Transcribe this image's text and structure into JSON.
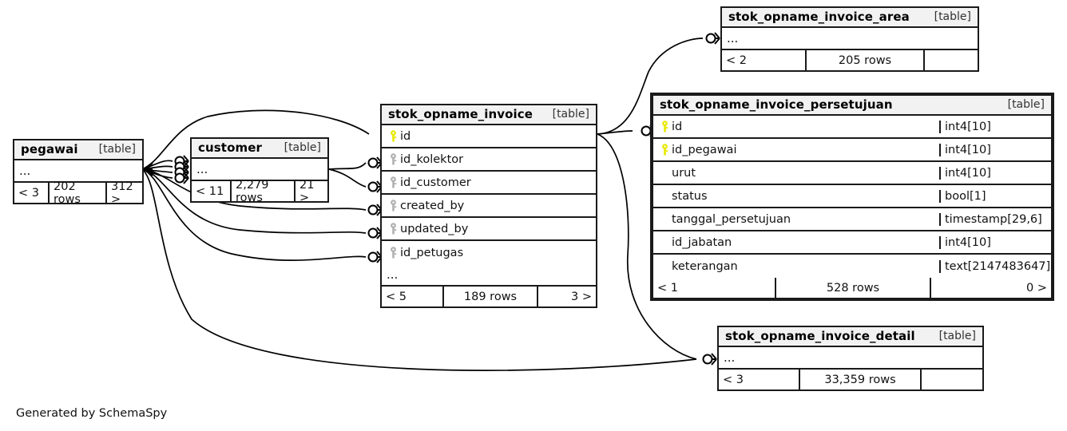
{
  "diagram": {
    "generator_note": "Generated by SchemaSpy",
    "table_tag": "[table]",
    "ellipsis": "...",
    "colors": {
      "pk_key": "#e8e800",
      "fk_key": "#b0b0b0",
      "header_bg": "#f2f2f2",
      "border": "#1a1a1a"
    }
  },
  "tables": {
    "pegawai": {
      "name": "pegawai",
      "tag": "[table]",
      "ellipsis": "...",
      "footer": {
        "left": "< 3",
        "center": "202 rows",
        "right": "312 >"
      }
    },
    "customer": {
      "name": "customer",
      "tag": "[table]",
      "ellipsis": "...",
      "footer": {
        "left": "< 11",
        "center": "2,279 rows",
        "right": "21 >"
      }
    },
    "stok_opname_invoice": {
      "name": "stok_opname_invoice",
      "tag": "[table]",
      "ellipsis": "...",
      "columns": [
        {
          "name": "id",
          "key": "primary"
        },
        {
          "name": "id_kolektor",
          "key": "foreign"
        },
        {
          "name": "id_customer",
          "key": "foreign"
        },
        {
          "name": "created_by",
          "key": "foreign"
        },
        {
          "name": "updated_by",
          "key": "foreign"
        },
        {
          "name": "id_petugas",
          "key": "foreign"
        }
      ],
      "footer": {
        "left": "< 5",
        "center": "189 rows",
        "right": "3 >"
      }
    },
    "stok_opname_invoice_area": {
      "name": "stok_opname_invoice_area",
      "tag": "[table]",
      "ellipsis": "...",
      "footer": {
        "left": "< 2",
        "center": "205 rows",
        "right": ""
      }
    },
    "stok_opname_invoice_persetujuan": {
      "name": "stok_opname_invoice_persetujuan",
      "tag": "[table]",
      "columns": [
        {
          "name": "id",
          "type": "int4[10]",
          "key": "primary"
        },
        {
          "name": "id_pegawai",
          "type": "int4[10]",
          "key": "primary"
        },
        {
          "name": "urut",
          "type": "int4[10]",
          "key": "none"
        },
        {
          "name": "status",
          "type": "bool[1]",
          "key": "none"
        },
        {
          "name": "tanggal_persetujuan",
          "type": "timestamp[29,6]",
          "key": "none"
        },
        {
          "name": "id_jabatan",
          "type": "int4[10]",
          "key": "none"
        },
        {
          "name": "keterangan",
          "type": "text[2147483647]",
          "key": "none"
        }
      ],
      "footer": {
        "left": "< 1",
        "center": "528 rows",
        "right": "0 >"
      }
    },
    "stok_opname_invoice_detail": {
      "name": "stok_opname_invoice_detail",
      "tag": "[table]",
      "ellipsis": "...",
      "footer": {
        "left": "< 3",
        "center": "33,359 rows",
        "right": ""
      }
    }
  }
}
